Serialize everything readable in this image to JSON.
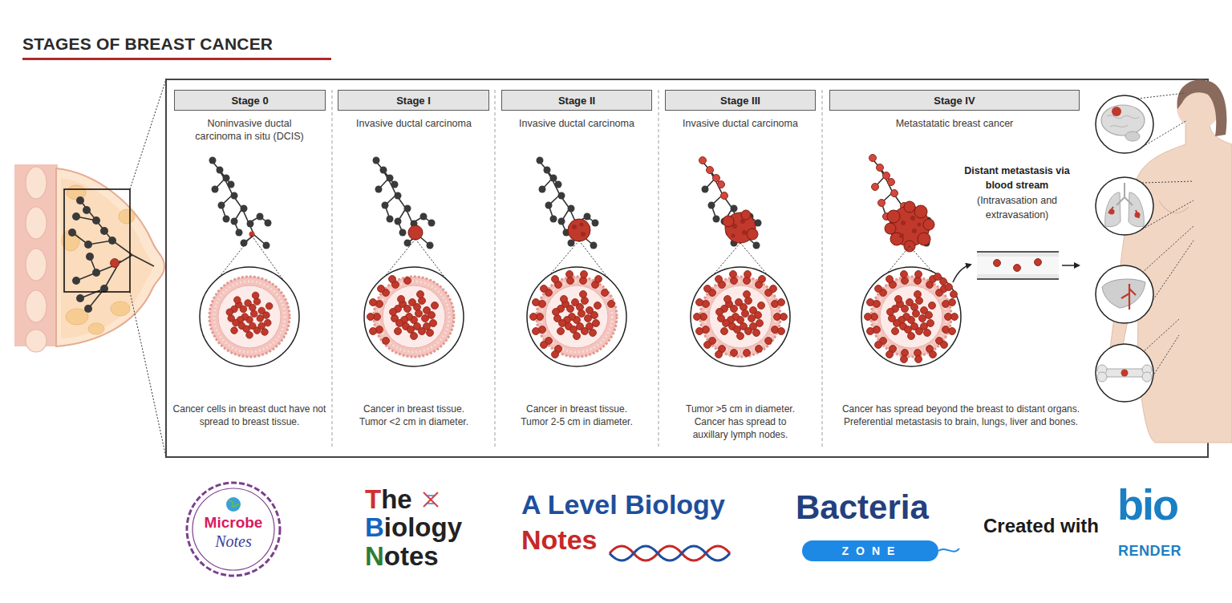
{
  "diagram": {
    "title": "STAGES OF BREAST CANCER",
    "nodes": [
      {
        "text": [
          "Stage 0"
        ]
      },
      {
        "text": [
          "Stage I"
        ]
      },
      {
        "text": [
          "Stage II"
        ]
      },
      {
        "text": [
          "Stage III"
        ]
      },
      {
        "text": [
          "Stage IV"
        ]
      }
    ],
    "labels": [
      "Noninvasive ductal carcinoma in situ (DCIS)",
      "Invasive ductal carcinoma",
      "Invasive ductal carcinoma",
      "Invasive ductal carcinoma",
      "Metastatatic breast cancer",
      "Distant metastasis via blood stream",
      "(Intravasation and extravasation)",
      "Cancer cells in breast duct have not spread to breast tissue.",
      "Cancer in breast tissue. Tumor <2 cm in diameter.",
      "Cancer in breast tissue. Tumor 2-5 cm in diameter.",
      "Tumor >5 cm in diameter. Cancer has spread to auxillary lymph nodes.",
      "Cancer has spread beyond the breast to distant organs. Preferential metastasis to brain, lungs, liver and bones.",
      "Microbe",
      "Notes",
      "The",
      "Biology",
      "Notes",
      "A Level Biology",
      "Notes",
      "Bacteria",
      "ZONE",
      "Created with",
      "bio",
      "RENDER"
    ]
  }
}
